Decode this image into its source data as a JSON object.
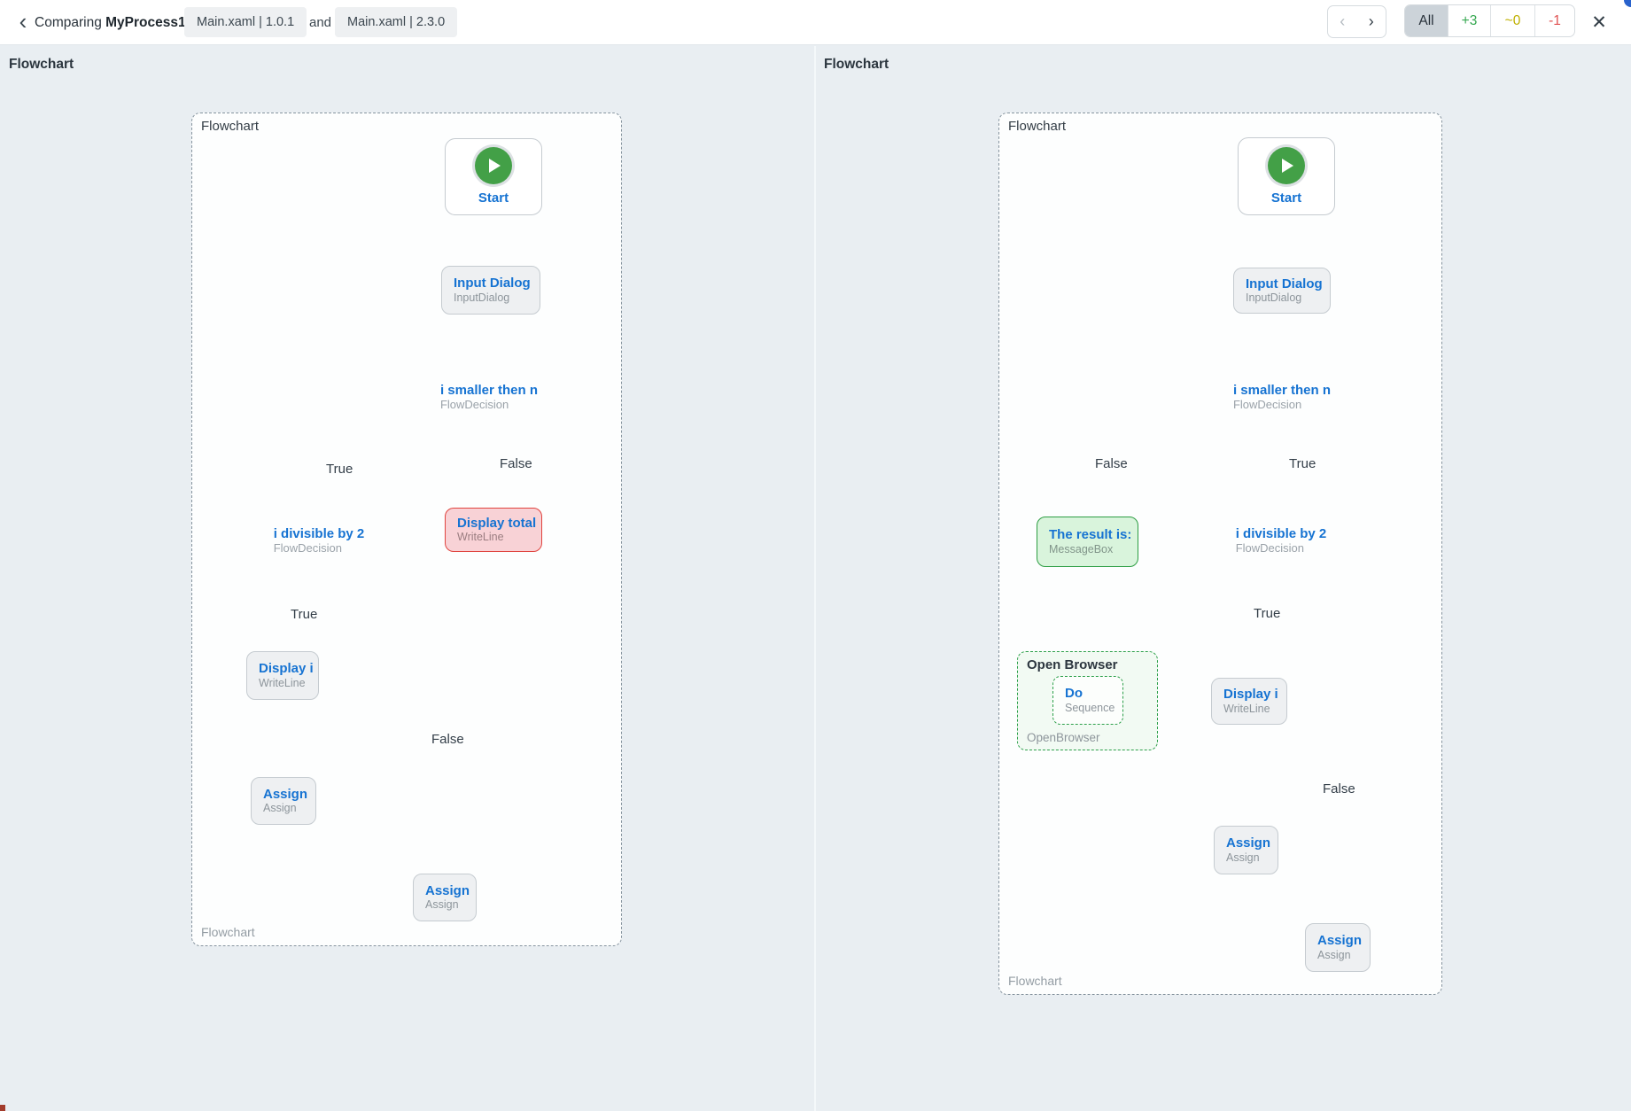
{
  "colors": {
    "accent_blue": "#1673d2",
    "edge_grey": "#5d6b79",
    "added_green": "#2e9e44",
    "removed_red": "#e0433e",
    "modified_yellow": "#bfb000",
    "background": "#e9eef2"
  },
  "header": {
    "back": "‹",
    "title_prefix": "Comparing",
    "process_name": "MyProcess1",
    "left_file": "Main.xaml | 1.0.1",
    "conjunction": "and",
    "right_file": "Main.xaml | 2.3.0",
    "prev": "‹",
    "next": "›",
    "filter_all": "All",
    "filter_added": "+3",
    "filter_modified": "~0",
    "filter_removed": "-1",
    "close": "✕"
  },
  "left_panel": {
    "heading": "Flowchart",
    "frame_title": "Flowchart",
    "frame_footer": "Flowchart",
    "start": {
      "title": "Start"
    },
    "input_dialog": {
      "title": "Input Dialog",
      "subtitle": "InputDialog"
    },
    "decision1": {
      "title": "i smaller then n",
      "subtitle": "FlowDecision",
      "true_label": "True",
      "false_label": "False"
    },
    "decision2": {
      "title": "i divisible by 2",
      "subtitle": "FlowDecision",
      "true_label": "True",
      "false_label": "False"
    },
    "display_total": {
      "title": "Display total",
      "subtitle": "WriteLine"
    },
    "display_i": {
      "title": "Display i",
      "subtitle": "WriteLine"
    },
    "assign_top": {
      "title": "Assign",
      "subtitle": "Assign"
    },
    "assign_bottom": {
      "title": "Assign",
      "subtitle": "Assign"
    }
  },
  "right_panel": {
    "heading": "Flowchart",
    "frame_title": "Flowchart",
    "frame_footer": "Flowchart",
    "start": {
      "title": "Start"
    },
    "input_dialog": {
      "title": "Input Dialog",
      "subtitle": "InputDialog"
    },
    "decision1": {
      "title": "i smaller then n",
      "subtitle": "FlowDecision",
      "true_label": "True",
      "false_label": "False"
    },
    "decision2": {
      "title": "i divisible by 2",
      "subtitle": "FlowDecision",
      "true_label": "True",
      "false_label": "False"
    },
    "message_box": {
      "title": "The result is:",
      "subtitle": "MessageBox"
    },
    "open_browser": {
      "title": "Open Browser",
      "footer": "OpenBrowser",
      "do_node": {
        "title": "Do",
        "subtitle": "Sequence"
      }
    },
    "display_i": {
      "title": "Display i",
      "subtitle": "WriteLine"
    },
    "assign_top": {
      "title": "Assign",
      "subtitle": "Assign"
    },
    "assign_bottom": {
      "title": "Assign",
      "subtitle": "Assign"
    }
  }
}
